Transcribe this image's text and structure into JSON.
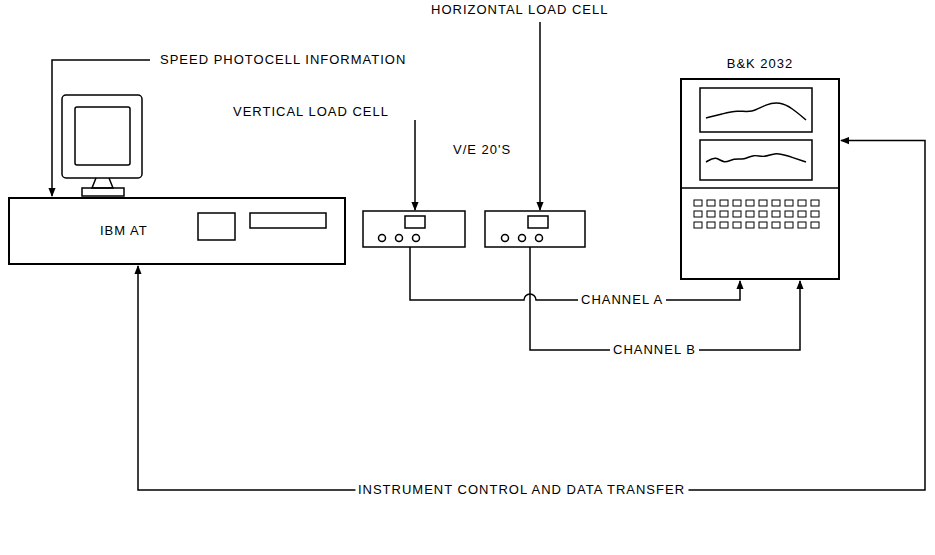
{
  "diagram": {
    "nodes": [
      {
        "text": [
          "IBM AT"
        ]
      },
      {
        "text": [
          "B&K 2032"
        ]
      }
    ],
    "edges": [
      {
        "from": 1,
        "to": 0,
        "arrow": "both",
        "label": "INSTRUMENT CONTROL AND DATA TRANSFER"
      }
    ],
    "labels": [
      "SPEED PHOTOCELL INFORMATION",
      "HORIZONTAL LOAD CELL",
      "VERTICAL LOAD CELL",
      "V/E 20'S",
      "CHANNEL A",
      "CHANNEL B"
    ]
  }
}
